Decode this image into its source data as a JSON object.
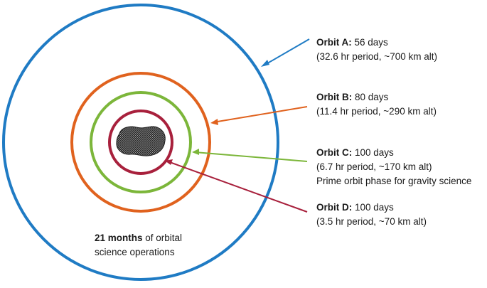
{
  "colors": {
    "orbit_a": "#1f7bc4",
    "orbit_b": "#e0621e",
    "orbit_c": "#7cb63a",
    "orbit_d": "#a8203c",
    "asteroid": "#555555",
    "text": "#1a1a1a"
  },
  "orbits": [
    {
      "id": "a",
      "name": "Orbit A:",
      "duration": " 56 days",
      "details": [
        "(32.6 hr period, ~700 km alt)"
      ]
    },
    {
      "id": "b",
      "name": "Orbit B:",
      "duration": " 80 days",
      "details": [
        "(11.4 hr period, ~290 km alt)"
      ]
    },
    {
      "id": "c",
      "name": "Orbit C:",
      "duration": " 100 days",
      "details": [
        "(6.7 hr period, ~170 km alt)",
        "Prime orbit phase for gravity science"
      ]
    },
    {
      "id": "d",
      "name": "Orbit D:",
      "duration": " 100 days",
      "details": [
        "(3.5 hr period, ~70 km alt)"
      ]
    }
  ],
  "summary": {
    "bold": "21 months",
    "rest": " of orbital",
    "line2": "science operations"
  },
  "center_icon": "asteroid-icon"
}
